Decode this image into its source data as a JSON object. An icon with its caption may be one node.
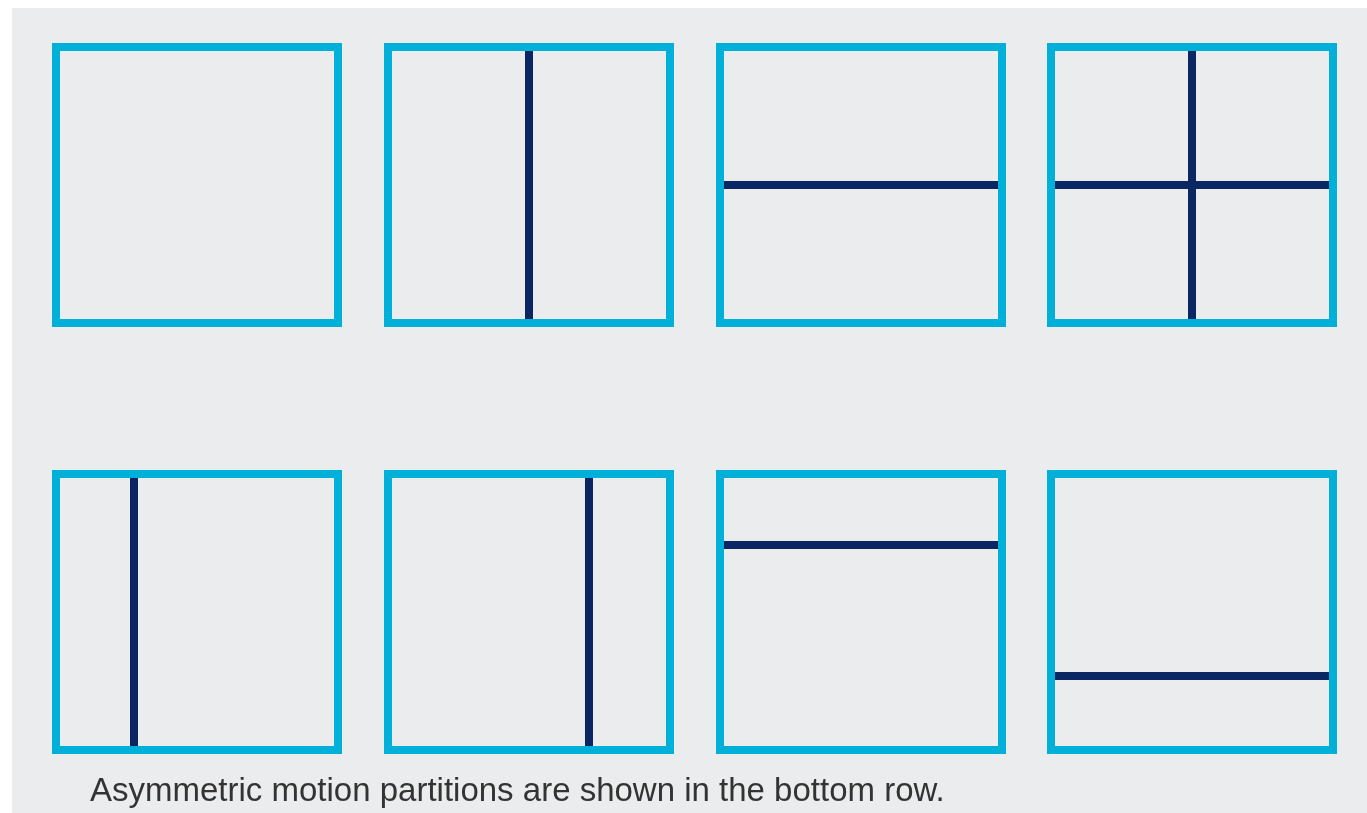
{
  "diagram": {
    "caption": "Asymmetric motion partitions are shown in the bottom row.",
    "nodes": [
      {
        "text": [],
        "shape": "box"
      },
      {
        "text": [],
        "shape": "box"
      },
      {
        "text": [],
        "shape": "box"
      },
      {
        "text": [],
        "shape": "box"
      },
      {
        "text": [],
        "shape": "box"
      },
      {
        "text": [],
        "shape": "box"
      },
      {
        "text": [],
        "shape": "box"
      },
      {
        "text": [],
        "shape": "box"
      }
    ]
  }
}
